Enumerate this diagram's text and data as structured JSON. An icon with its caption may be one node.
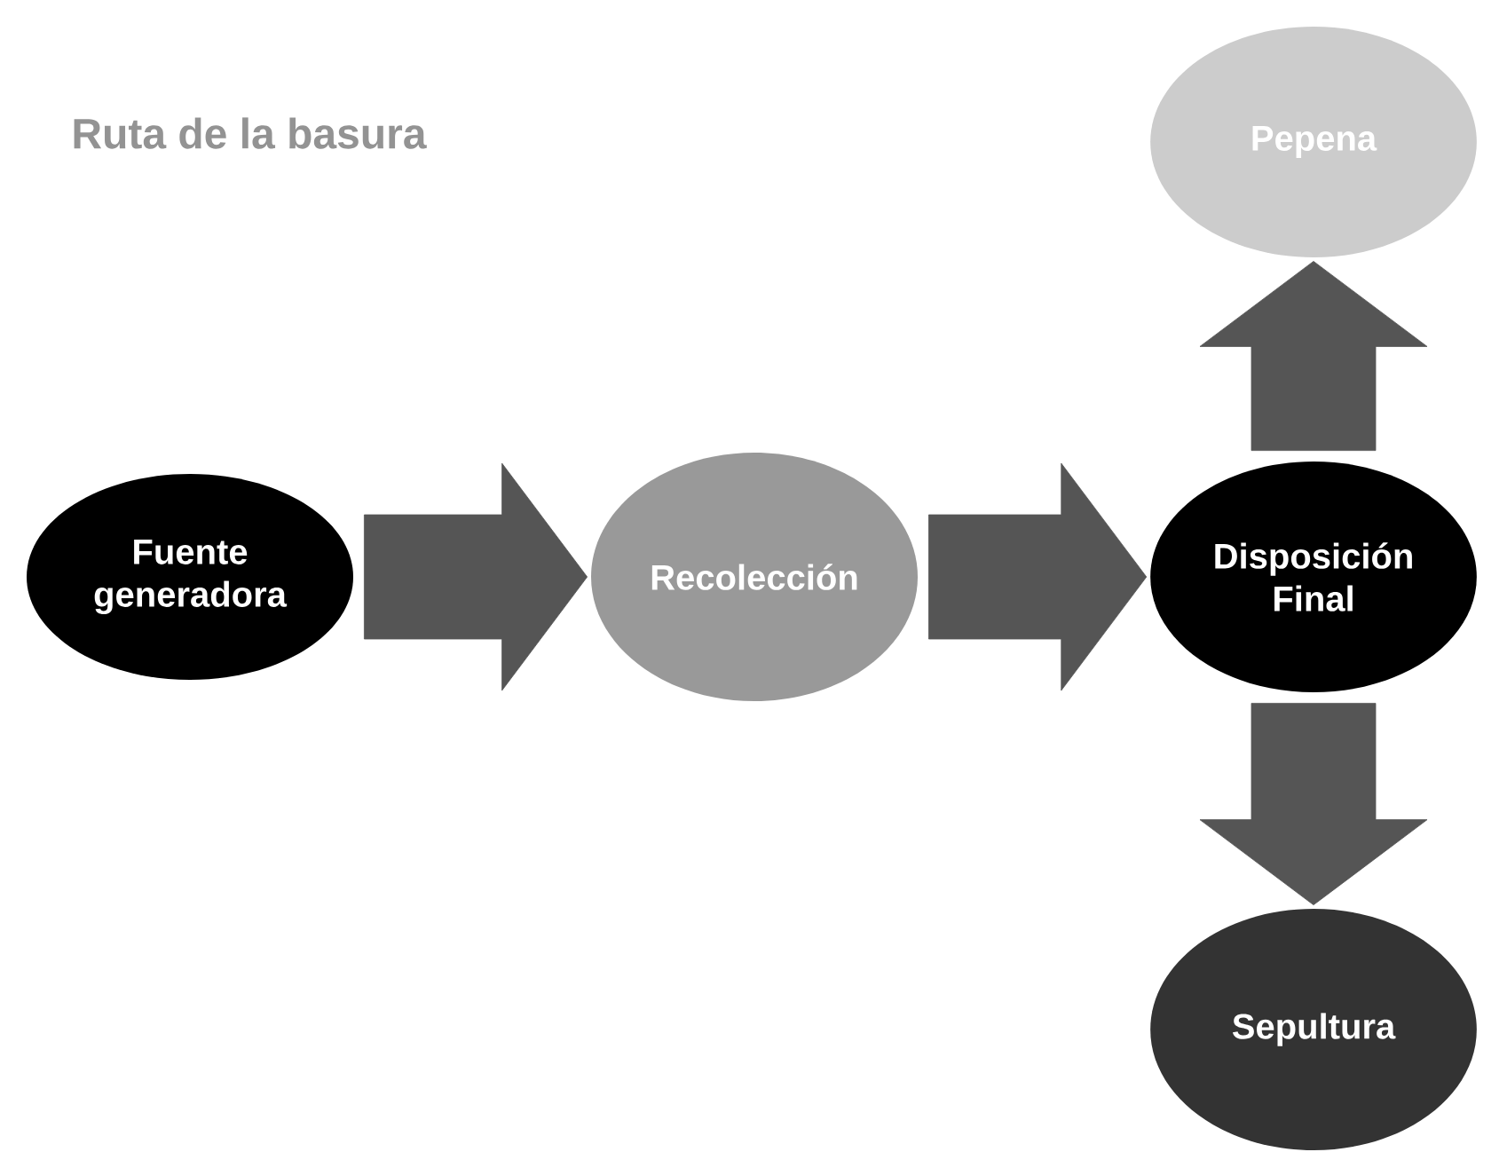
{
  "diagram": {
    "title": "Ruta de la basura",
    "nodes": [
      {
        "text": [
          "Fuente generadora"
        ]
      },
      {
        "text": [
          "Recolección"
        ]
      },
      {
        "text": [
          "Disposición Final"
        ]
      },
      {
        "text": [
          "Pepena"
        ]
      },
      {
        "text": [
          "Sepultura"
        ]
      }
    ],
    "edges": [
      {
        "from": 0,
        "to": 1,
        "arrow": "to"
      },
      {
        "from": 1,
        "to": 2,
        "arrow": "to"
      },
      {
        "from": 2,
        "to": 3,
        "arrow": "to"
      },
      {
        "from": 2,
        "to": 4,
        "arrow": "to"
      }
    ]
  }
}
